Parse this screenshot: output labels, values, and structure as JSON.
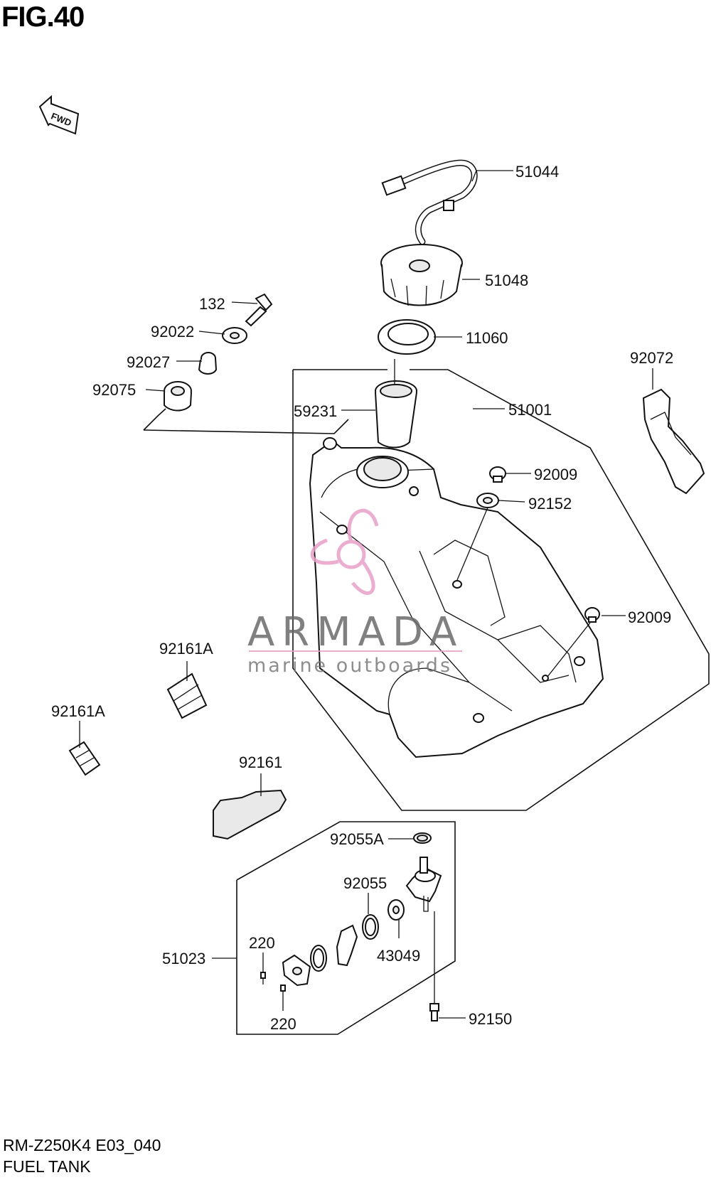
{
  "figure": {
    "title": "FIG.40"
  },
  "footer": {
    "model_code": "RM-Z250K4 E03_040",
    "group_name": "FUEL TANK"
  },
  "direction_indicator": {
    "text": "FWD"
  },
  "watermark": {
    "brand": "ARMADA",
    "tagline": "marine outboards",
    "brand_color": "#e8a0c8"
  },
  "callouts": {
    "c51044": "51044",
    "c51048": "51048",
    "c132": "132",
    "c92022": "92022",
    "c11060": "11060",
    "c92027": "92027",
    "c92072": "92072",
    "c92075": "92075",
    "c59231": "59231",
    "c51001": "51001",
    "c92009a": "92009",
    "c92152": "92152",
    "c92009b": "92009",
    "c92161a1": "92161A",
    "c92161a2": "92161A",
    "c92161": "92161",
    "c92055a": "92055A",
    "c92055": "92055",
    "c220a": "220",
    "c51023": "51023",
    "c43049": "43049",
    "c220b": "220",
    "c92150": "92150"
  }
}
